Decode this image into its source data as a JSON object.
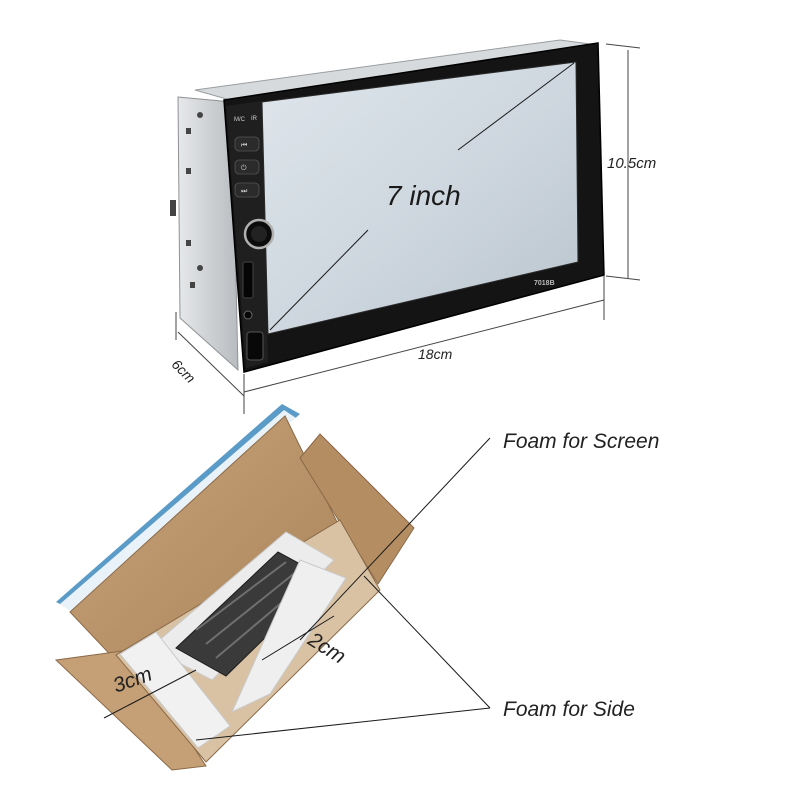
{
  "stereo": {
    "diagonal_label": "7 inch",
    "width_label": "18cm",
    "height_label": "10.5cm",
    "depth_label": "6cm",
    "model_label": "7018B",
    "button_labels": [
      "M/C",
      "IR"
    ],
    "colors": {
      "bezel": "#141414",
      "screen": "#cfd8e0",
      "chassis": "#c9ccce"
    }
  },
  "packaging": {
    "foam_screen_label": "Foam for Screen",
    "foam_side_label": "Foam for Side",
    "side_thickness_label": "3cm",
    "screen_thickness_label": "2cm",
    "colors": {
      "cardboard": "#b8926a",
      "foam": "#ececec",
      "box_outer": "#5a9bc7"
    }
  }
}
